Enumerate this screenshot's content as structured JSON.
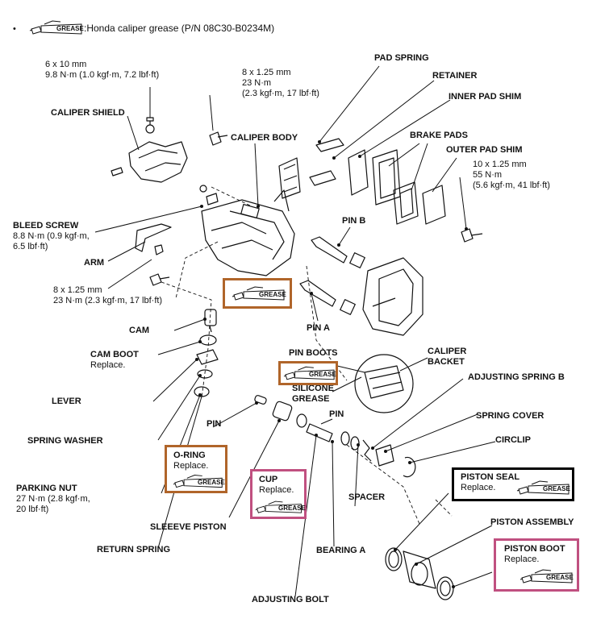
{
  "note": {
    "bullet": "•",
    "icon_label": "GREASE",
    "text": ":Honda caliper grease (P/N 08C30-B0234M)"
  },
  "grease_label": "GREASE",
  "labels": {
    "pad_spring": "PAD SPRING",
    "retainer": "RETAINER",
    "inner_pad_shim": "INNER PAD SHIM",
    "brake_pads": "BRAKE PADS",
    "outer_pad_shim": "OUTER PAD SHIM",
    "caliper_shield": "CALIPER SHIELD",
    "caliper_body": "CALIPER BODY",
    "bleed_screw": "BLEED SCREW",
    "bleed_screw_torque_1": "8.8 N·m (0.9 kgf·m,",
    "bleed_screw_torque_2": "6.5 lbf·ft)",
    "arm": "ARM",
    "pin_b": "PIN B",
    "pin_a": "PIN A",
    "cam": "CAM",
    "cam_boot": "CAM BOOT",
    "cam_boot_sub": "Replace.",
    "pin_boots": "PIN BOOTS",
    "silicone_grease_1": "SILICONE",
    "silicone_grease_2": "GREASE",
    "caliper_bracket_1": "CALIPER",
    "caliper_bracket_2": "BACKET",
    "adjusting_spring_b": "ADJUSTING SPRING B",
    "lever": "LEVER",
    "pin_left": "PIN",
    "pin_right": "PIN",
    "spring_cover": "SPRING COVER",
    "circlip": "CIRCLIP",
    "spring_washer": "SPRING WASHER",
    "parking_nut": "PARKING NUT",
    "parking_nut_torque_1": "27 N·m (2.8 kgf·m,",
    "parking_nut_torque_2": "20 lbf·ft)",
    "spacer": "SPACER",
    "sleeve_piston": "SLEEEVE PISTON",
    "piston_assembly": "PISTON ASSEMBLY",
    "return_spring": "RETURN SPRING",
    "bearing_a": "BEARING A",
    "adjusting_bolt": "ADJUSTING BOLT"
  },
  "torques": {
    "shield_bolt_1": "6 x 10 mm",
    "shield_bolt_2": "9.8 N·m (1.0 kgf·m, 7.2 lbf·ft)",
    "top_bolt_1": "8 x 1.25 mm",
    "top_bolt_2": "23 N·m",
    "top_bolt_3": "(2.3 kgf·m, 17 lbf·ft)",
    "right_bolt_1": "10 x 1.25 mm",
    "right_bolt_2": "55 N·m",
    "right_bolt_3": "(5.6 kgf·m, 41 lbf·ft)",
    "arm_bolt_1": "8 x 1.25 mm",
    "arm_bolt_2": "23 N·m (2.3 kgf·m, 17 lbf·ft)"
  },
  "boxes": {
    "o_ring_title": "O-RING",
    "o_ring_sub": "Replace.",
    "cup_title": "CUP",
    "cup_sub": "Replace.",
    "piston_seal_title": "PISTON SEAL",
    "piston_seal_sub": "Replace.",
    "piston_boot_title": "PISTON BOOT",
    "piston_boot_sub": "Replace."
  },
  "colors": {
    "brown_box": "#b0652a",
    "pink_box": "#c05080",
    "black_box": "#000000"
  }
}
